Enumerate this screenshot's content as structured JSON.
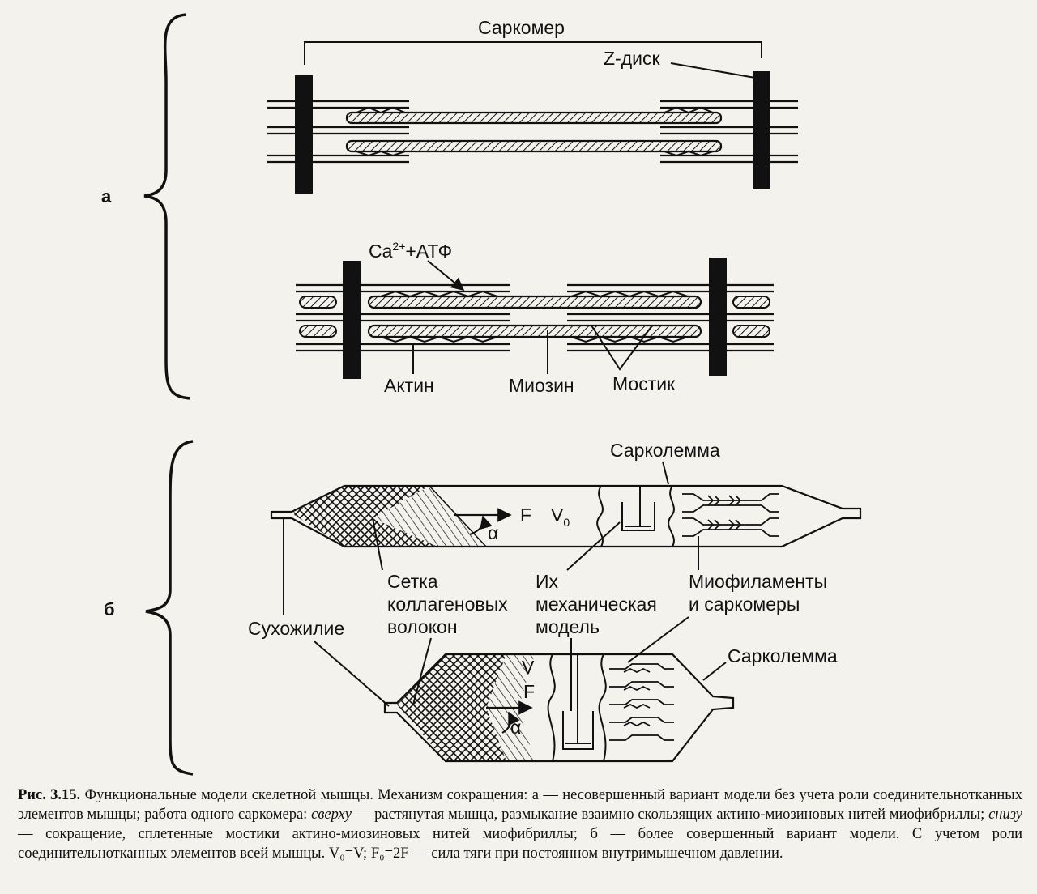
{
  "part_a": {
    "label": "а",
    "sarcomere": "Саркомер",
    "z_disc": "Z-диск",
    "ca_atp_base": "Ca",
    "ca_atp_sup": "2+",
    "ca_atp_rest": "+АТФ",
    "actin": "Актин",
    "myosin": "Миозин",
    "bridge": "Мостик"
  },
  "part_b": {
    "label": "б",
    "sarcolemma_top": "Сарколемма",
    "sarcolemma_bottom": "Сарколемма",
    "force_top": "F",
    "v0_base": "V",
    "v0_sub": "0",
    "alpha_top": "α",
    "force_bottom": "F",
    "v_bottom": "V",
    "alpha_bottom": "α",
    "collagen_1": "Сетка",
    "collagen_2": "коллагеновых",
    "collagen_3": "волокон",
    "model_1": "Их",
    "model_2": "механическая",
    "model_3": "модель",
    "myofil_1": "Миофиламенты",
    "myofil_2": "и саркомеры",
    "tendon": "Сухожилие"
  },
  "caption": {
    "label": "Рис. 3.15.",
    "t1": " Функциональные модели скелетной мышцы. Механизм сокращения: а — несовершенный вариант модели без учета роли соединительнотканных элементов мышцы; работа одного саркомера: ",
    "em1": "сверху",
    "t2": " — растянутая мышца, размыкание взаимно скользящих актино-миозиновых нитей миофибриллы; ",
    "em2": "снизу",
    "t3": " — сокращение, сплетенные мостики актино-миозиновых нитей миофибриллы; б — более совершенный вариант модели. С учетом роли соединительнотканных элементов всей мышцы. V₀=V; F₀=2F — сила тяги при постоянном внутримышечном давлении."
  }
}
